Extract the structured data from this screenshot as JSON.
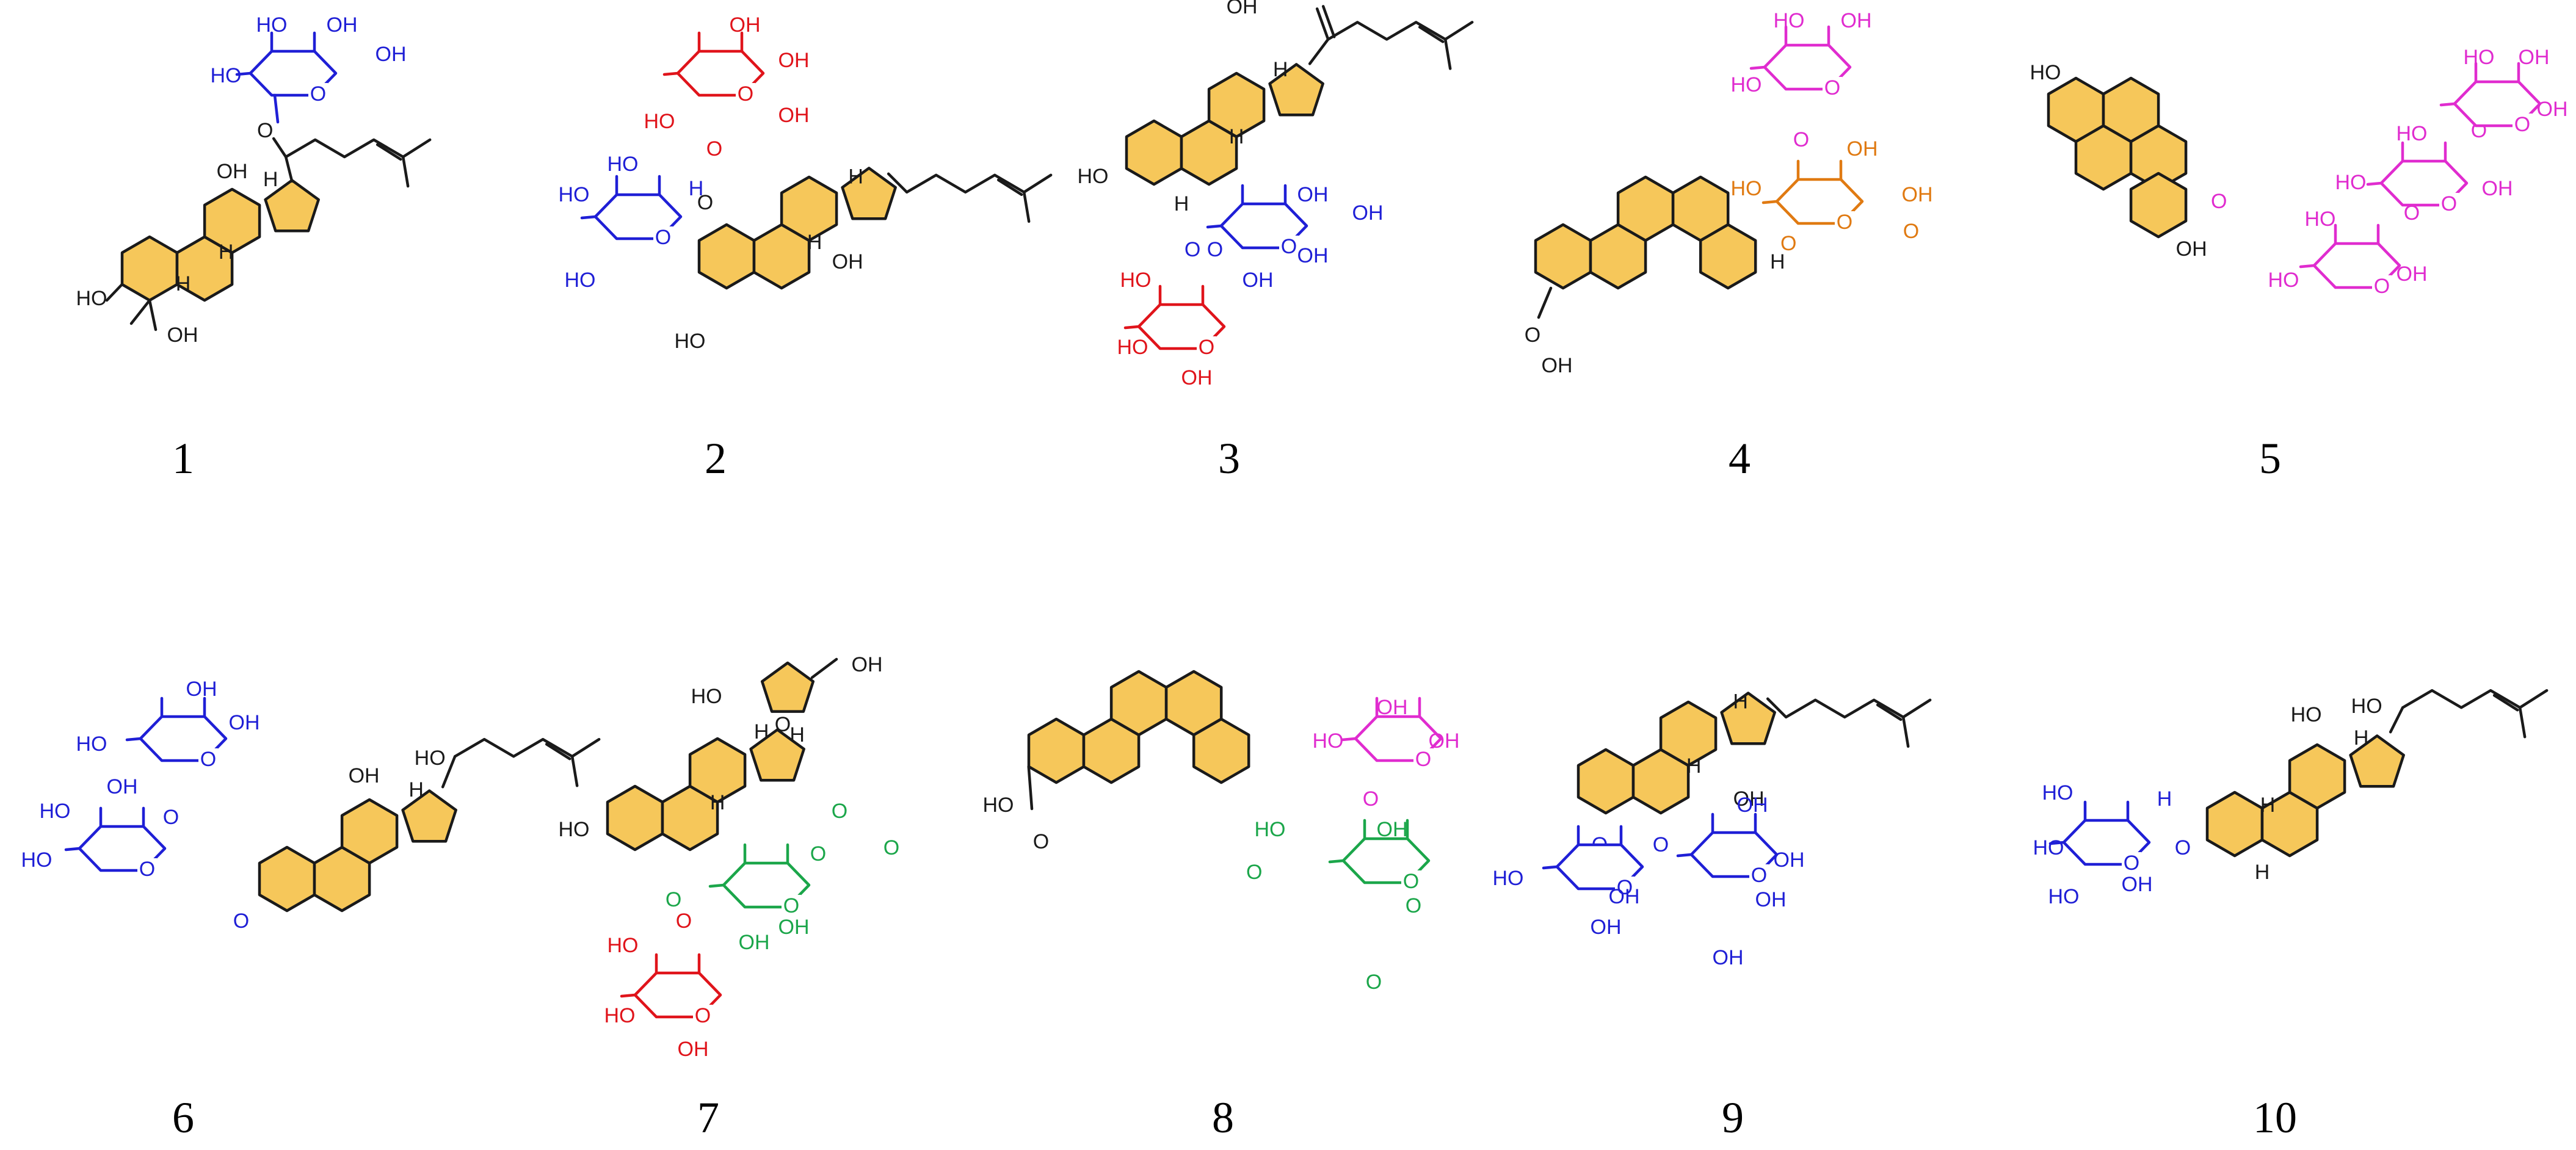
{
  "colors": {
    "core_fill": "#f6c75a",
    "skeleton": "#1a1a1a",
    "glucose": "#1f1fd6",
    "rhamnose": "#e0141b",
    "arabinose_xylose": "#e02ccf",
    "glucuronic": "#e07a12",
    "acetyl_glucose": "#1ba64a"
  },
  "labels": {
    "oh": "OH",
    "ho": "HO",
    "h": "H",
    "o": "O"
  },
  "compounds": [
    {
      "number": "1",
      "sugar_color": "glucose"
    },
    {
      "number": "2",
      "sugar_color": "rhamnose"
    },
    {
      "number": "3",
      "sugar_color": "glucose"
    },
    {
      "number": "4",
      "sugar_color": "arabinose_xylose"
    },
    {
      "number": "5",
      "sugar_color": "arabinose_xylose"
    },
    {
      "number": "6",
      "sugar_color": "glucose"
    },
    {
      "number": "7",
      "sugar_color": "acetyl_glucose"
    },
    {
      "number": "8",
      "sugar_color": "arabinose_xylose"
    },
    {
      "number": "9",
      "sugar_color": "glucose"
    },
    {
      "number": "10",
      "sugar_color": "glucose"
    }
  ]
}
